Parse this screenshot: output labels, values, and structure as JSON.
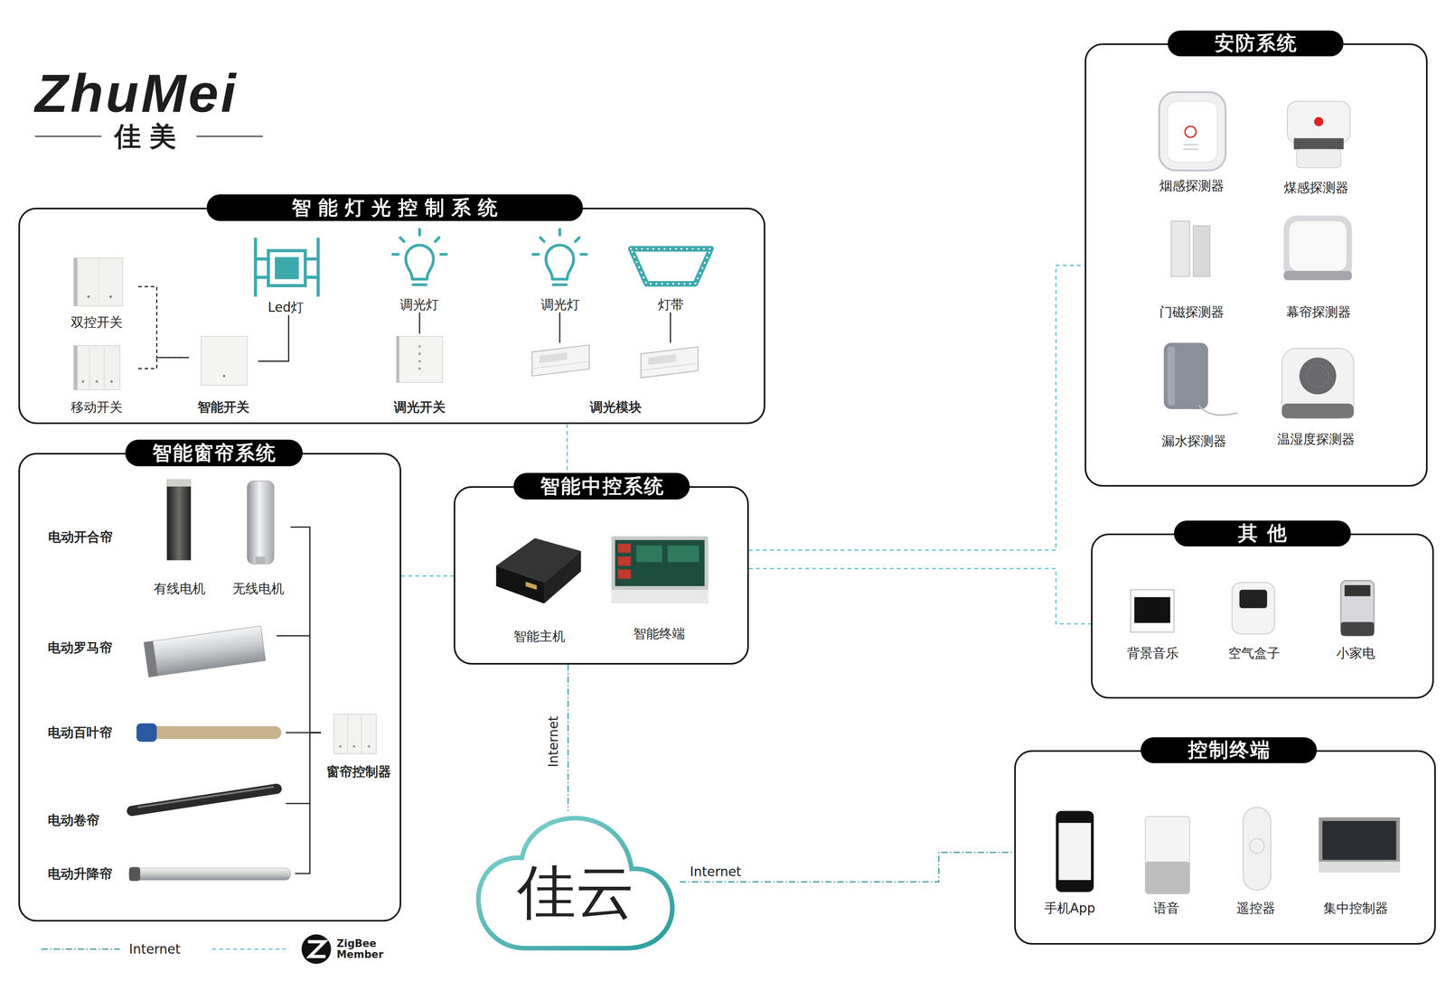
{
  "diagram": {
    "nodes": [
      {
        "text": [
          "智能灯光控制系统"
        ]
      },
      {
        "text": [
          "双控开关"
        ],
        "in": 0
      },
      {
        "text": [
          "移动开关"
        ],
        "in": 0
      },
      {
        "text": [
          "智能开关"
        ],
        "in": 0
      },
      {
        "text": [
          "Led灯"
        ],
        "in": 0
      },
      {
        "text": [
          "调光灯"
        ],
        "in": 0
      },
      {
        "text": [
          "调光开关"
        ],
        "in": 0
      },
      {
        "text": [
          "调光灯"
        ],
        "in": 0
      },
      {
        "text": [
          "灯带"
        ],
        "in": 0
      },
      {
        "text": [
          "调光模块"
        ],
        "in": 0
      },
      {
        "text": [
          "智能窗帘系统"
        ]
      },
      {
        "text": [
          "有线电机"
        ],
        "in": 10
      },
      {
        "text": [
          "无线电机"
        ],
        "in": 10
      },
      {
        "text": [
          "电动罗马帘"
        ],
        "in": 10
      },
      {
        "text": [
          "电动百叶帘"
        ],
        "in": 10
      },
      {
        "text": [
          "电动卷帘"
        ],
        "in": 10
      },
      {
        "text": [
          "电动升降帘"
        ],
        "in": 10
      },
      {
        "text": [
          "窗帘控制器"
        ],
        "in": 10
      },
      {
        "text": [
          "智能中控系统"
        ]
      },
      {
        "text": [
          "智能主机"
        ],
        "in": 18
      },
      {
        "text": [
          "智能终端"
        ],
        "in": 18
      },
      {
        "text": [
          "佳云"
        ]
      },
      {
        "text": [
          "安防系统"
        ]
      },
      {
        "text": [
          "烟感探测器"
        ],
        "in": 22
      },
      {
        "text": [
          "煤感探测器"
        ],
        "in": 22
      },
      {
        "text": [
          "门磁探测器"
        ],
        "in": 22
      },
      {
        "text": [
          "幕帘探测器"
        ],
        "in": 22
      },
      {
        "text": [
          "漏水探测器"
        ],
        "in": 22
      },
      {
        "text": [
          "温湿度探测器"
        ],
        "in": 22
      },
      {
        "text": [
          "其 他"
        ]
      },
      {
        "text": [
          "背景音乐"
        ],
        "in": 29
      },
      {
        "text": [
          "空气盒子"
        ],
        "in": 29
      },
      {
        "text": [
          "小家电"
        ],
        "in": 29
      },
      {
        "text": [
          "控制终端"
        ]
      },
      {
        "text": [
          "手机App"
        ],
        "in": 33
      },
      {
        "text": [
          "语音"
        ],
        "in": 33
      },
      {
        "text": [
          "遥控器"
        ],
        "in": 33
      },
      {
        "text": [
          "集中控制器"
        ],
        "in": 33
      }
    ],
    "edges": [
      {
        "from": 1,
        "to": 3,
        "arrow": "none"
      },
      {
        "from": 2,
        "to": 3,
        "arrow": "none"
      },
      {
        "from": 3,
        "to": 4,
        "arrow": "none"
      },
      {
        "from": 5,
        "to": 6,
        "arrow": "none"
      },
      {
        "from": 7,
        "to": 9,
        "arrow": "none"
      },
      {
        "from": 8,
        "to": 9,
        "arrow": "none"
      },
      {
        "from": 12,
        "to": 17,
        "arrow": "none"
      },
      {
        "from": 13,
        "to": 17,
        "arrow": "none"
      },
      {
        "from": 14,
        "to": 17,
        "arrow": "none"
      },
      {
        "from": 15,
        "to": 17,
        "arrow": "none"
      },
      {
        "from": 16,
        "to": 17,
        "arrow": "none"
      },
      {
        "from": 0,
        "to": 18,
        "arrow": "none"
      },
      {
        "from": 10,
        "to": 18,
        "arrow": "none"
      },
      {
        "from": 18,
        "to": 22,
        "arrow": "none"
      },
      {
        "from": 18,
        "to": 29,
        "arrow": "none"
      },
      {
        "from": 18,
        "to": 21,
        "label": "Internet",
        "arrow": "none"
      },
      {
        "from": 21,
        "to": 33,
        "label": "Internet",
        "arrow": "none"
      }
    ],
    "labels": [
      "ZhuMei",
      "佳美",
      "电动开合帘"
    ],
    "legend": [
      {
        "text": "Internet"
      },
      {
        "text": "ZigBee Member"
      }
    ]
  }
}
